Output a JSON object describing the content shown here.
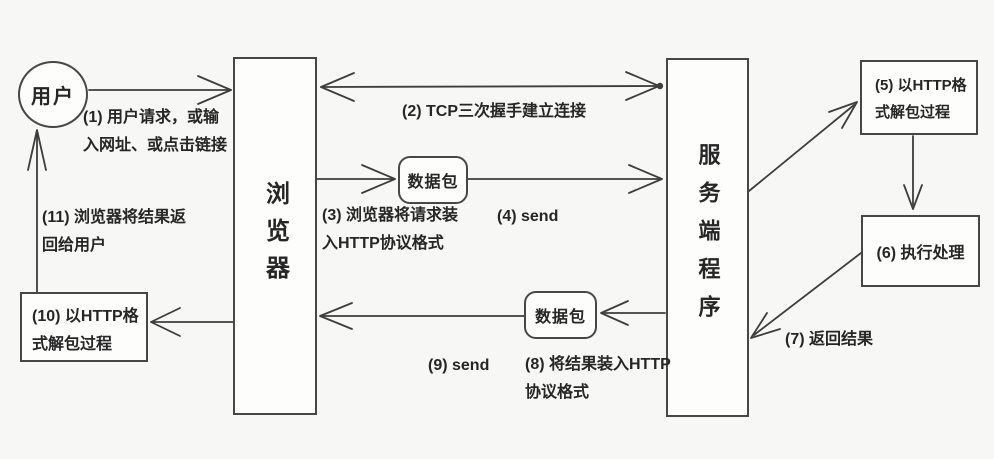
{
  "diagram": {
    "nodes": {
      "user": "用户",
      "browser": "浏览器",
      "server": "服务端程序",
      "packet_top": "数据包",
      "packet_bottom": "数据包",
      "box5": "(5) 以HTTP格\n式解包过程",
      "box6": "(6) 执行处理",
      "box10": "(10) 以HTTP格\n式解包过程"
    },
    "labels": {
      "step1": "(1) 用户请求，或输\n入网址、或点击链接",
      "step2": "(2) TCP三次握手建立连接",
      "step3": "(3) 浏览器将请求装\n入HTTP协议格式",
      "step4": "(4) send",
      "step7": "(7) 返回结果",
      "step8": "(8) 将结果装入HTTP\n协议格式",
      "step9": "(9) send",
      "step11": "(11) 浏览器将结果返\n回给用户"
    },
    "colors": {
      "line": "#3d3d3d",
      "text": "#262626",
      "background": "#f7f7f5",
      "node_fill": "#fdfdfc"
    }
  }
}
